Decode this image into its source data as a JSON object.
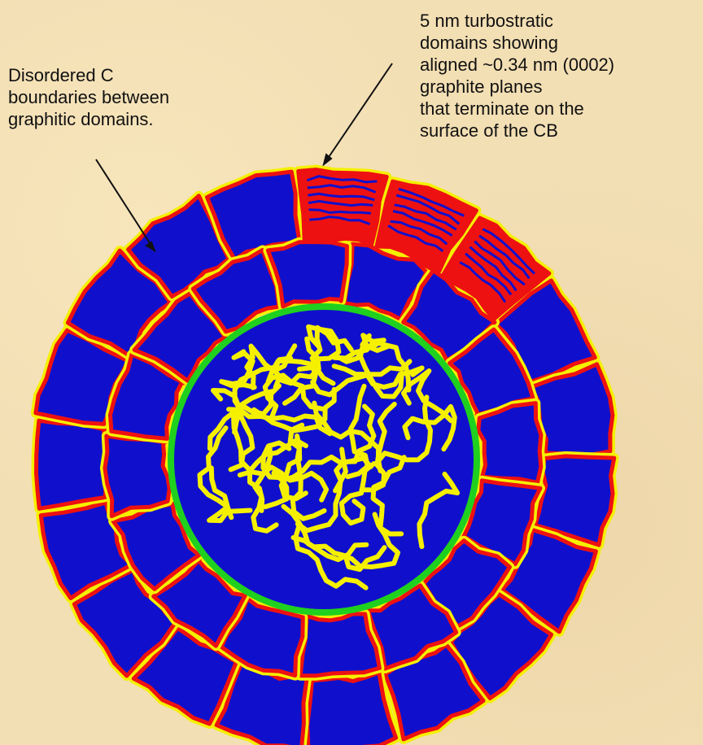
{
  "annotations": {
    "boundaries": [
      "Disordered C",
      "boundaries between",
      "graphitic domains."
    ],
    "domains": [
      "5 nm turbostratic",
      "domains showing",
      "aligned ~0.34 nm (0002)",
      "graphite planes",
      "that terminate on the",
      "surface of the CB"
    ]
  },
  "colors": {
    "background": "#f3dfb4",
    "domain_fill": "#1010cc",
    "domain_edge": "#ee1111",
    "boundary": "#f5f000",
    "core_outline": "#1fd01f"
  }
}
